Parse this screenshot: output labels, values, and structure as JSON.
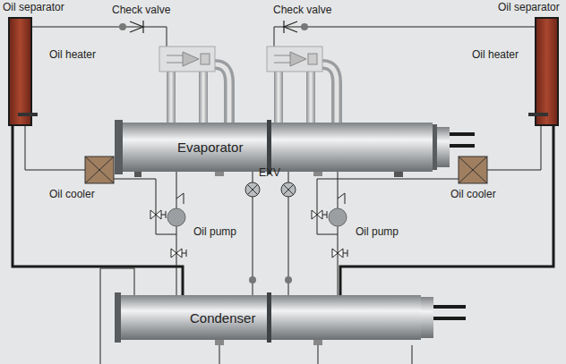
{
  "diagram": {
    "nodes": [
      {
        "text": [
          "Evaporator"
        ]
      },
      {
        "text": [
          "Condenser"
        ]
      }
    ],
    "edges": [
      {
        "from": 1,
        "to": 0,
        "arrow": "none"
      },
      {
        "from": 1,
        "to": 0,
        "arrow": "none"
      }
    ],
    "labels": [
      "Oil separator",
      "Check valve",
      "Check valve",
      "Oil separator",
      "Oil heater",
      "Oil heater",
      "Oil cooler",
      "Oil cooler",
      "EXV",
      "Oil pump",
      "Oil pump"
    ]
  }
}
